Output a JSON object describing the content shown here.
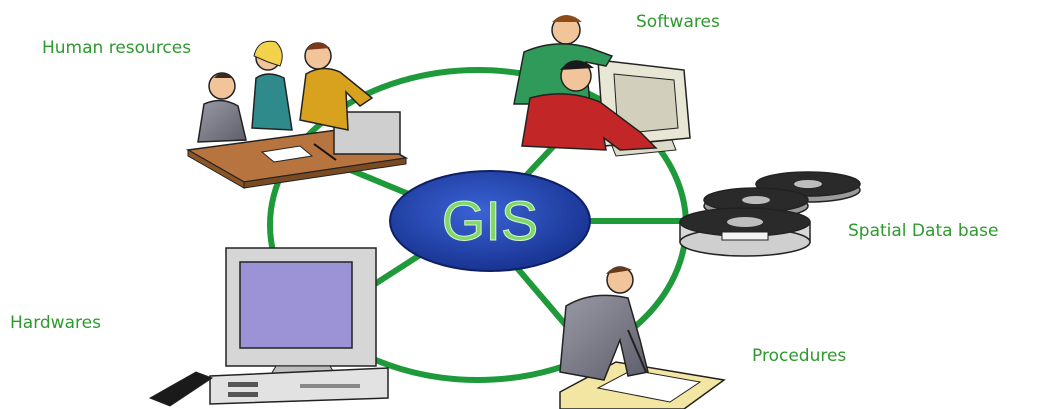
{
  "center": {
    "label": "GIS"
  },
  "components": {
    "human_resources": "Human resources",
    "softwares": "Softwares",
    "spatial_database": "Spatial Data base",
    "hardwares": "Hardwares",
    "procedures": "Procedures"
  },
  "colors": {
    "ring": "#1f9a3a",
    "label": "#2e9a2e",
    "ellipse": "#1f3fa8",
    "gis_text": "#7fd86a"
  }
}
